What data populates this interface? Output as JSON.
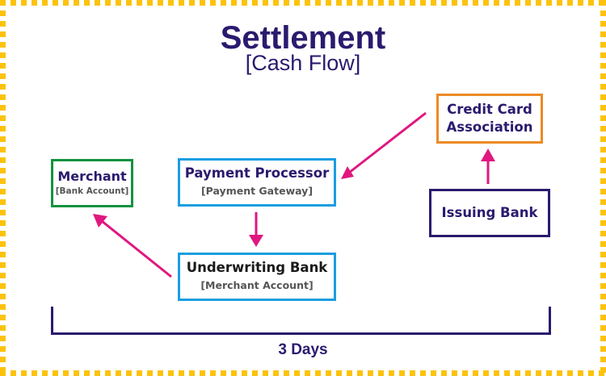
{
  "title": "Settlement",
  "subtitle": "[Cash Flow]",
  "colors": {
    "border_dots": "#fcc30a",
    "arrow": "#e0177f",
    "title": "#2b1a6e",
    "merchant_border": "#13923f",
    "processor_border": "#1a9ee0",
    "cca_border": "#ec8a25",
    "issuing_border": "#2b1a6e"
  },
  "nodes": {
    "merchant": {
      "label": "Merchant",
      "sublabel": "[Bank Account]"
    },
    "payment_processor": {
      "label": "Payment Processor",
      "sublabel": "[Payment Gateway]"
    },
    "underwriting_bank": {
      "label": "Underwriting Bank",
      "sublabel": "[Merchant Account]"
    },
    "credit_card_association": {
      "label_line1": "Credit Card",
      "label_line2": "Association"
    },
    "issuing_bank": {
      "label": "Issuing Bank"
    }
  },
  "flows": [
    {
      "from": "issuing_bank",
      "to": "credit_card_association"
    },
    {
      "from": "credit_card_association",
      "to": "payment_processor"
    },
    {
      "from": "payment_processor",
      "to": "underwriting_bank"
    },
    {
      "from": "underwriting_bank",
      "to": "merchant"
    }
  ],
  "timeline": {
    "label": "3 Days"
  }
}
